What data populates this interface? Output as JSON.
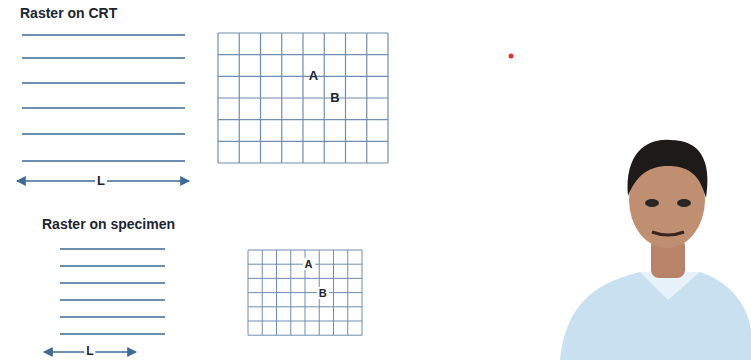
{
  "diagram": {
    "labels": [
      "Raster on CRT",
      "L",
      "A",
      "B",
      "Raster on specimen",
      "L",
      "A",
      "B"
    ]
  }
}
